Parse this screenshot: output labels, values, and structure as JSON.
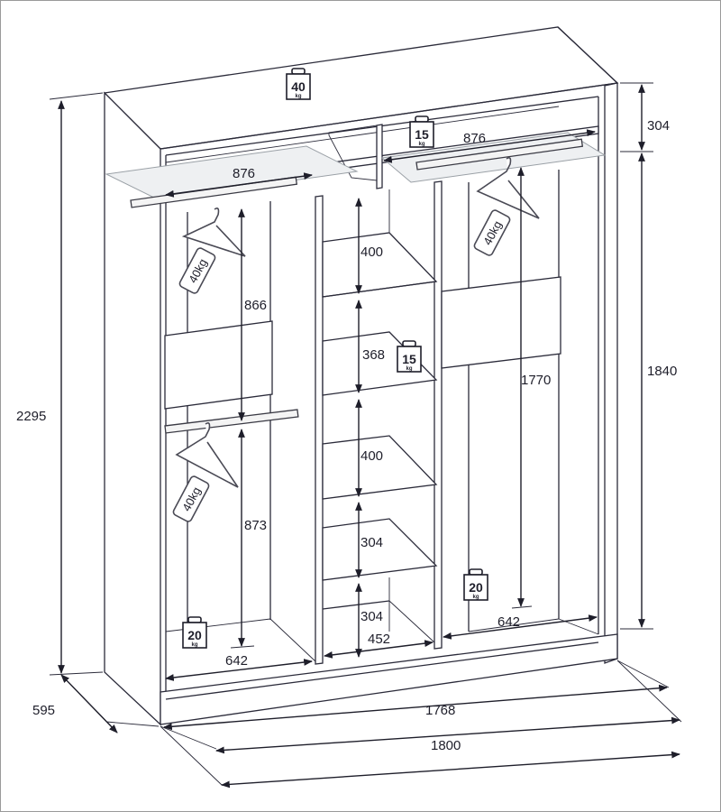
{
  "dimensions": {
    "total_height": "2295",
    "top_compartment_height": "304",
    "right_section_height": "1840",
    "depth": "595",
    "inner_width": "1768",
    "outer_width": "1800",
    "left_top_rail_width": "876",
    "right_top_rail_width": "876",
    "left_upper_hanging": "866",
    "left_lower_hanging": "873",
    "left_bottom_width": "642",
    "right_hanging": "1770",
    "right_bottom_width": "642",
    "middle_shelf_1": "400",
    "middle_shelf_2": "368",
    "middle_shelf_3": "400",
    "middle_shelf_4": "304",
    "middle_shelf_5": "304",
    "middle_width": "452"
  },
  "weights": {
    "top": {
      "value": "40",
      "unit": "kg"
    },
    "top_right_rail": {
      "value": "15",
      "unit": "kg"
    },
    "middle_shelf": {
      "value": "15",
      "unit": "kg"
    },
    "left_bottom": {
      "value": "20",
      "unit": "kg"
    },
    "right_bottom": {
      "value": "20",
      "unit": "kg"
    }
  },
  "hanger_tags": {
    "left_upper": "40kg",
    "left_lower": "40kg",
    "right": "40kg"
  }
}
